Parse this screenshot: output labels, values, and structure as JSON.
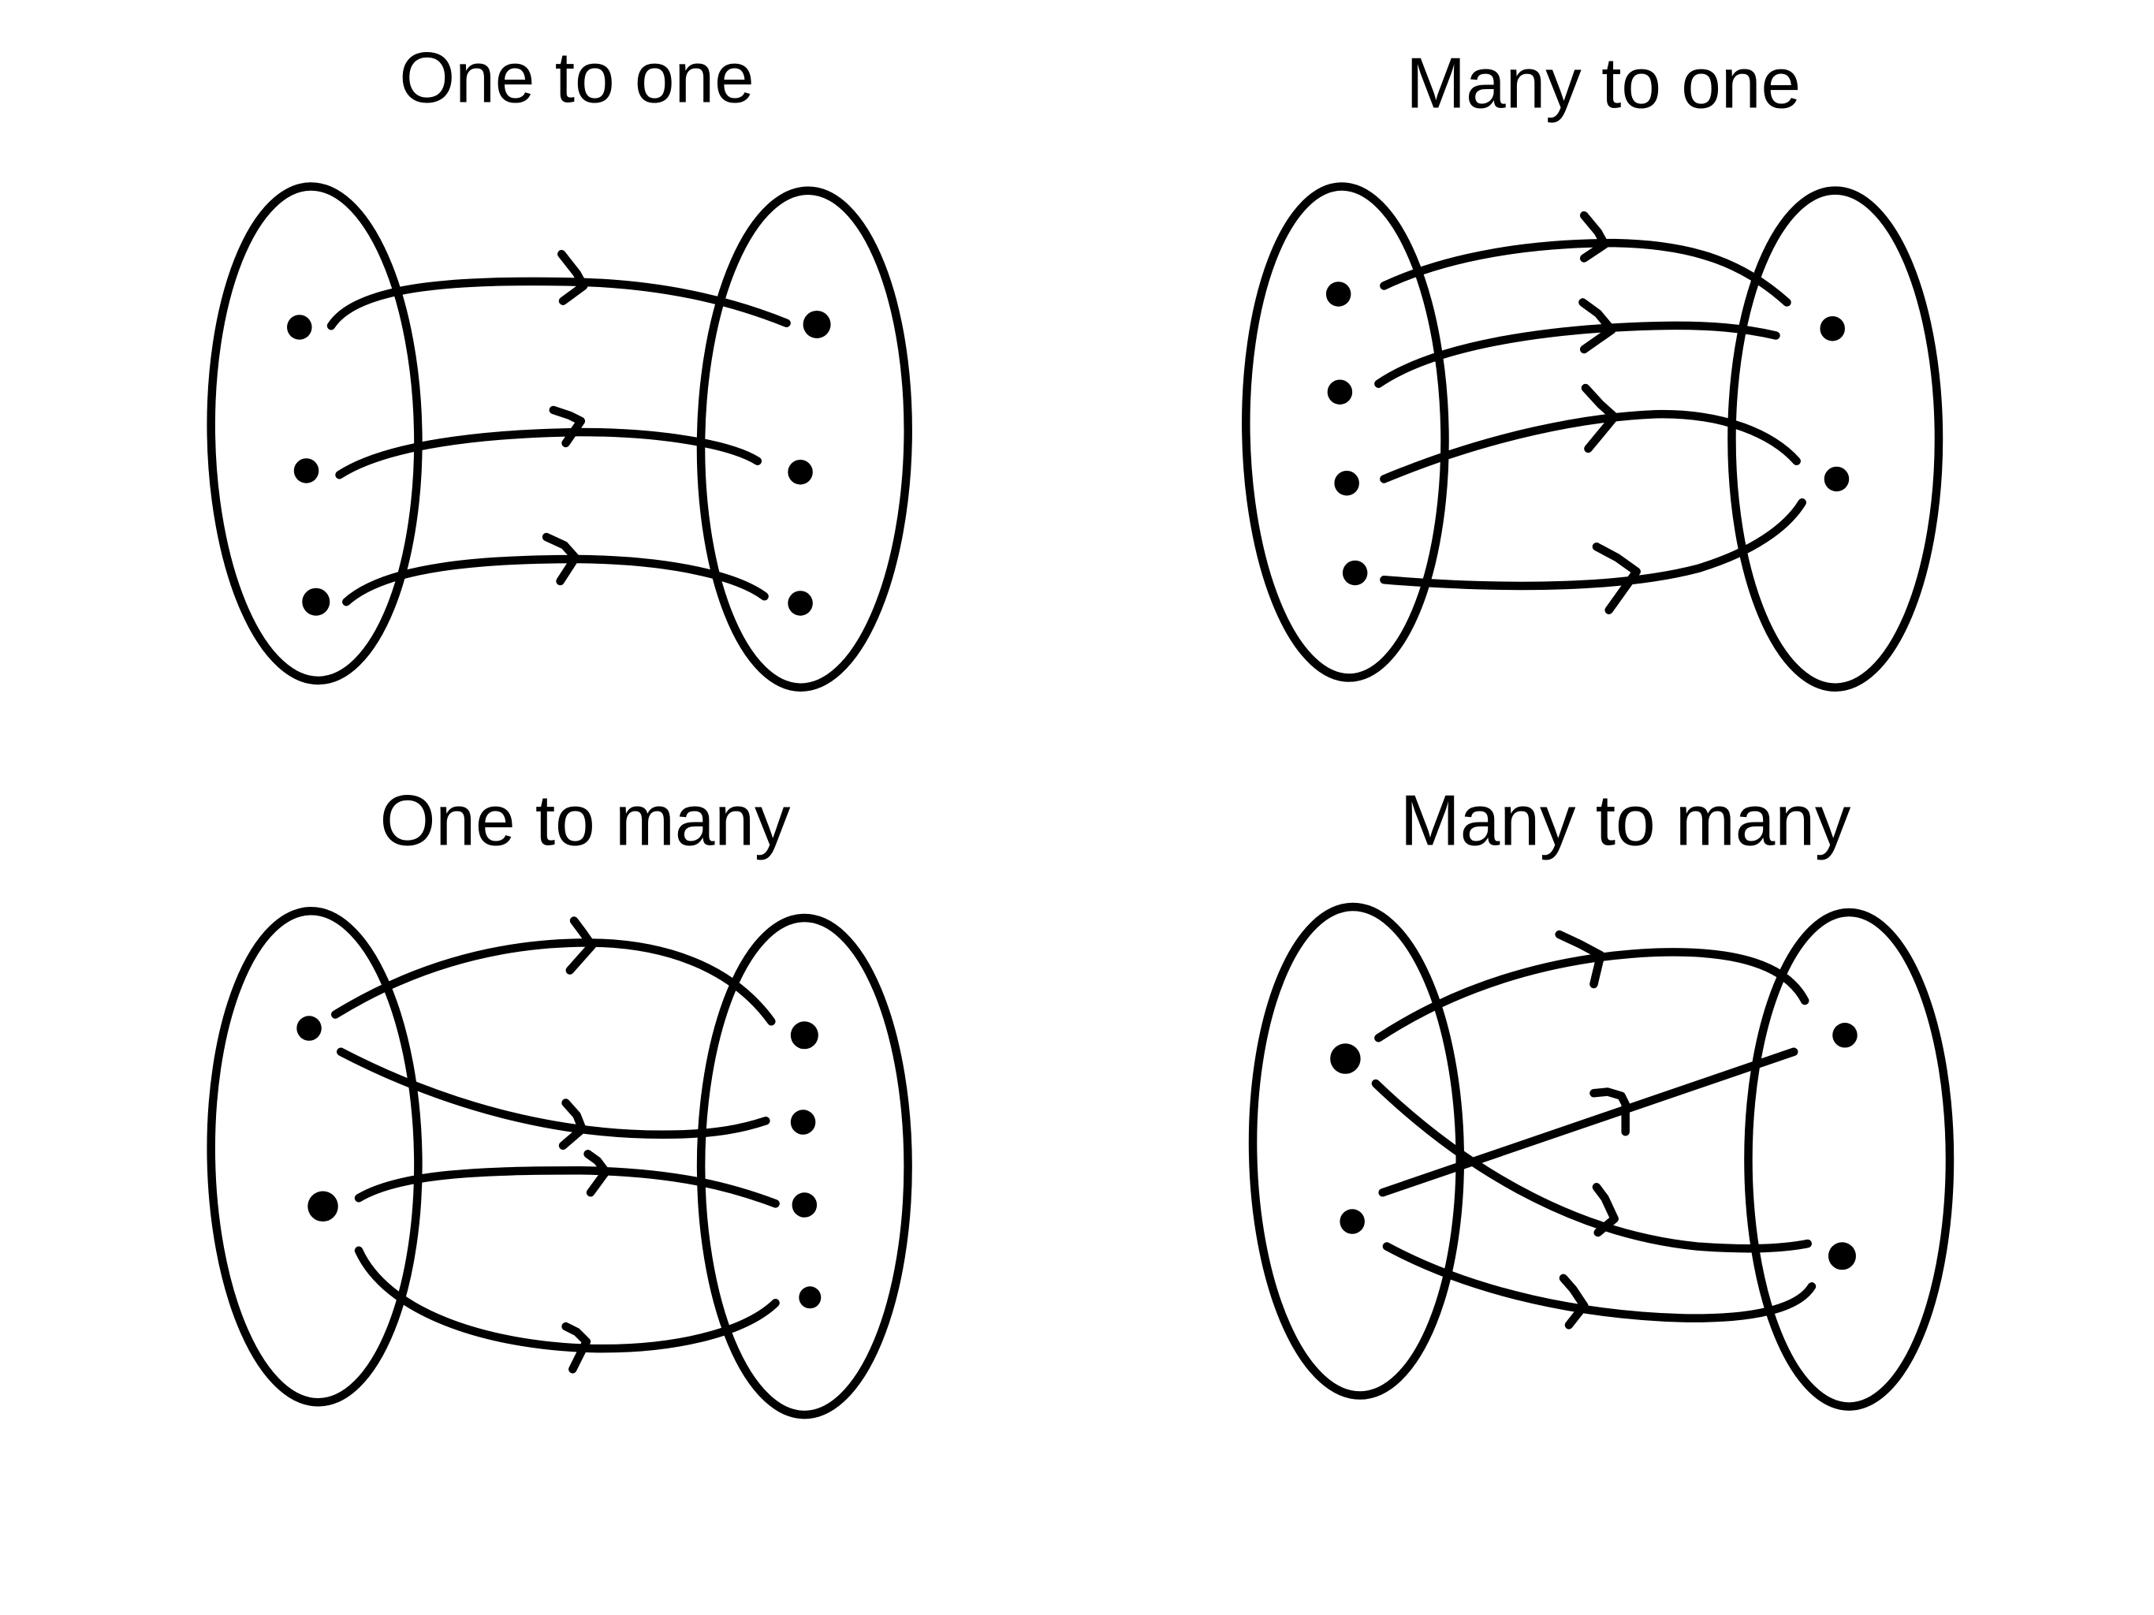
{
  "panels": [
    {
      "title": "One to one"
    },
    {
      "title": "Many to one"
    },
    {
      "title": "One to many"
    },
    {
      "title": "Many to many"
    }
  ],
  "colors": {
    "ink": "#000000",
    "background": "#ffffff"
  }
}
